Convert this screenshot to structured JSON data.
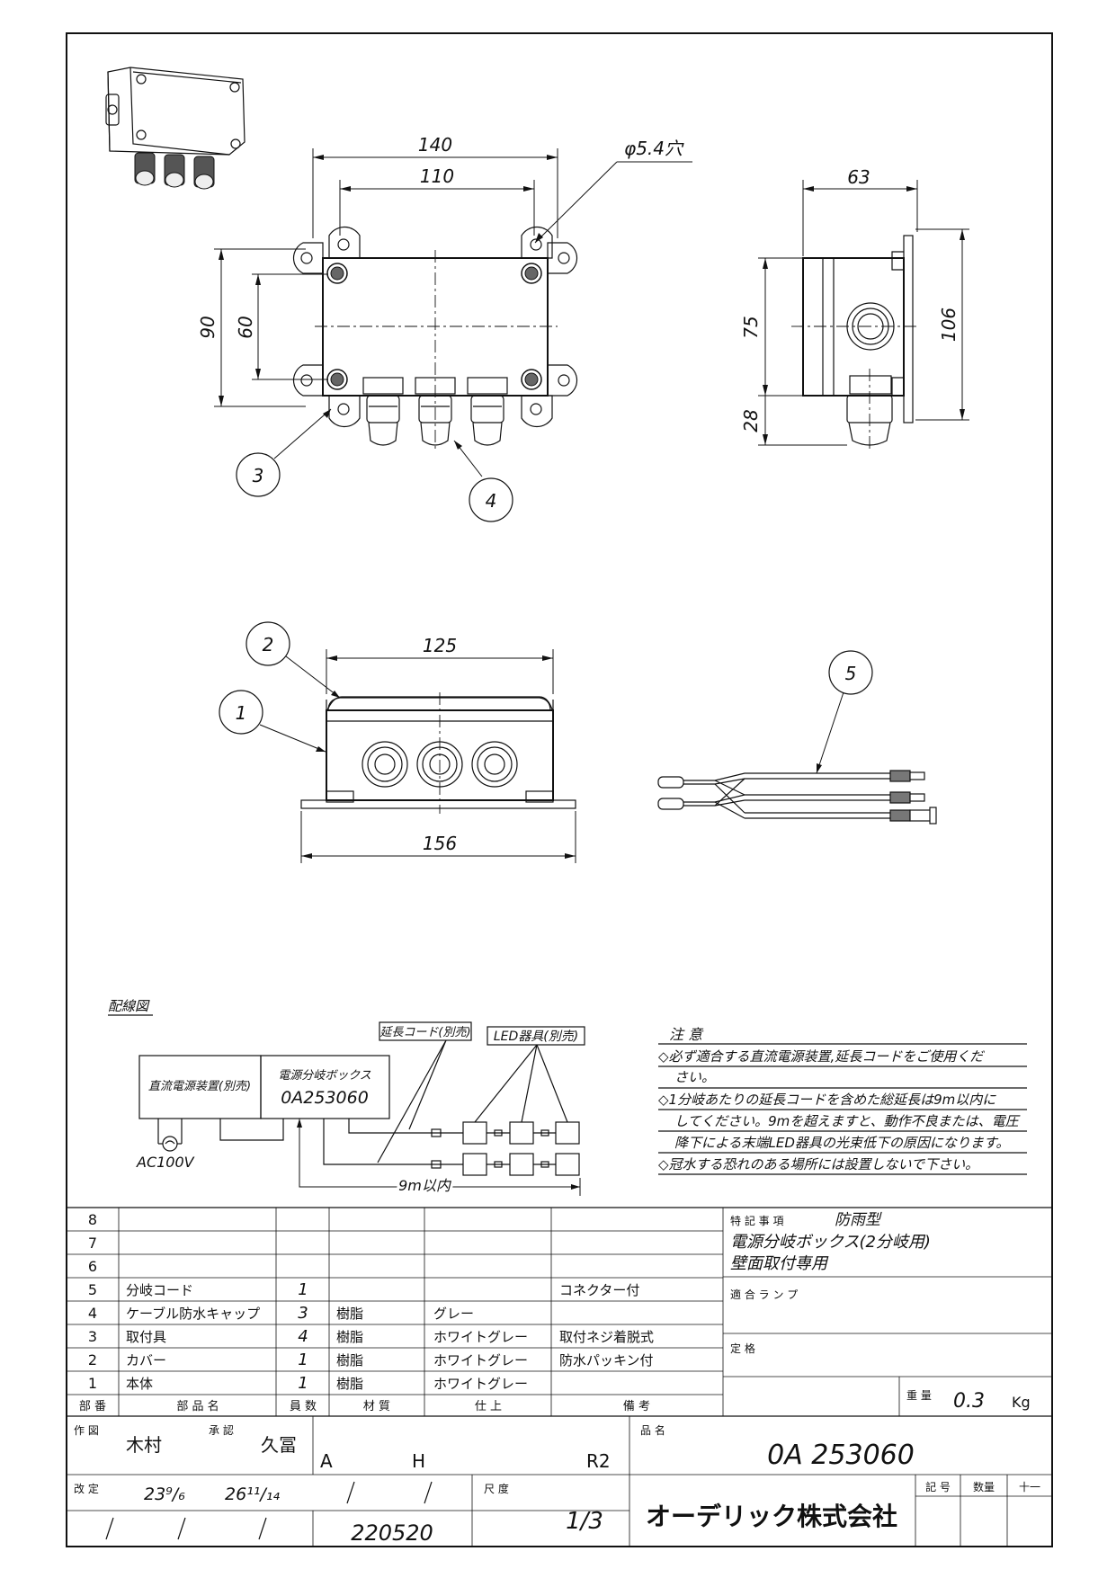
{
  "dimensions": {
    "top_width": "140",
    "top_hole_pitch": "110",
    "hole_note": "φ5.4穴",
    "side_depth": "63",
    "top_height": "90",
    "top_hole_pitch_v": "60",
    "side_body": "75",
    "side_gland": "28",
    "side_total": "106",
    "front_width": "125",
    "front_base": "156"
  },
  "callouts": [
    "1",
    "2",
    "3",
    "4",
    "5"
  ],
  "wiring": {
    "title": "配線図",
    "power_supply": "直流電源装置(別売)",
    "ac_label": "AC100V",
    "box_label": "電源分岐ボックス",
    "box_model": "0A253060",
    "ext_cord": "延長コード(別売)",
    "led_fixture": "LED器具(別売)",
    "max_length": "9m以内"
  },
  "notes": {
    "title": "注 意",
    "lines": [
      "◇必ず適合する直流電源装置,延長コードをご使用くだ",
      "さい。",
      "◇1分岐あたりの延長コードを含めた総延長は9m以内に",
      "してください。9mを超えますと、動作不良または、電圧",
      "降下による末端LED器具の光束低下の原因になります。",
      "◇冠水する恐れのある場所には設置しないで下さい。"
    ]
  },
  "parts": {
    "rows": [
      {
        "no": "8",
        "name": "",
        "qty": "",
        "mat": "",
        "finish": "",
        "note": ""
      },
      {
        "no": "7",
        "name": "",
        "qty": "",
        "mat": "",
        "finish": "",
        "note": ""
      },
      {
        "no": "6",
        "name": "",
        "qty": "",
        "mat": "",
        "finish": "",
        "note": ""
      },
      {
        "no": "5",
        "name": "分岐コード",
        "qty": "1",
        "mat": "",
        "finish": "",
        "note": "コネクター付"
      },
      {
        "no": "4",
        "name": "ケーブル防水キャップ",
        "qty": "3",
        "mat": "樹脂",
        "finish": "グレー",
        "note": ""
      },
      {
        "no": "3",
        "name": "取付具",
        "qty": "4",
        "mat": "樹脂",
        "finish": "ホワイトグレー",
        "note": "取付ネジ着脱式"
      },
      {
        "no": "2",
        "name": "カバー",
        "qty": "1",
        "mat": "樹脂",
        "finish": "ホワイトグレー",
        "note": "防水パッキン付"
      },
      {
        "no": "1",
        "name": "本体",
        "qty": "1",
        "mat": "樹脂",
        "finish": "ホワイトグレー",
        "note": ""
      }
    ],
    "header": [
      "部 番",
      "部 品 名",
      "員 数",
      "材 質",
      "仕 上",
      "備 考"
    ]
  },
  "specs": {
    "special_label": "特 記 事 項",
    "special_1": "防雨型",
    "special_2": "電源分岐ボックス(2分岐用)",
    "special_3": "壁面取付専用",
    "lamp_label": "適 合 ラ ン プ",
    "rating_label": "定 格",
    "weight_label": "重 量",
    "weight_value": "0.3",
    "weight_unit": "Kg"
  },
  "title_block": {
    "drawn_label": "作 図",
    "drawn_by": "木村",
    "approved_label": "承 認",
    "approved_by": "久冨",
    "code_a": "A",
    "code_h": "H",
    "code_r": "R2",
    "product_label": "品 名",
    "product_no": "0A 253060",
    "revision_label": "改 定",
    "rev_1": "23⁹/₆",
    "rev_2": "26¹¹/₁₄",
    "scale_label": "尺 度",
    "scale_value": "1/3",
    "doc_no": "220520",
    "company": "オーデリック株式会社",
    "symbol_label": "記 号",
    "qty_label": "数量",
    "sheet_label": "十一"
  }
}
